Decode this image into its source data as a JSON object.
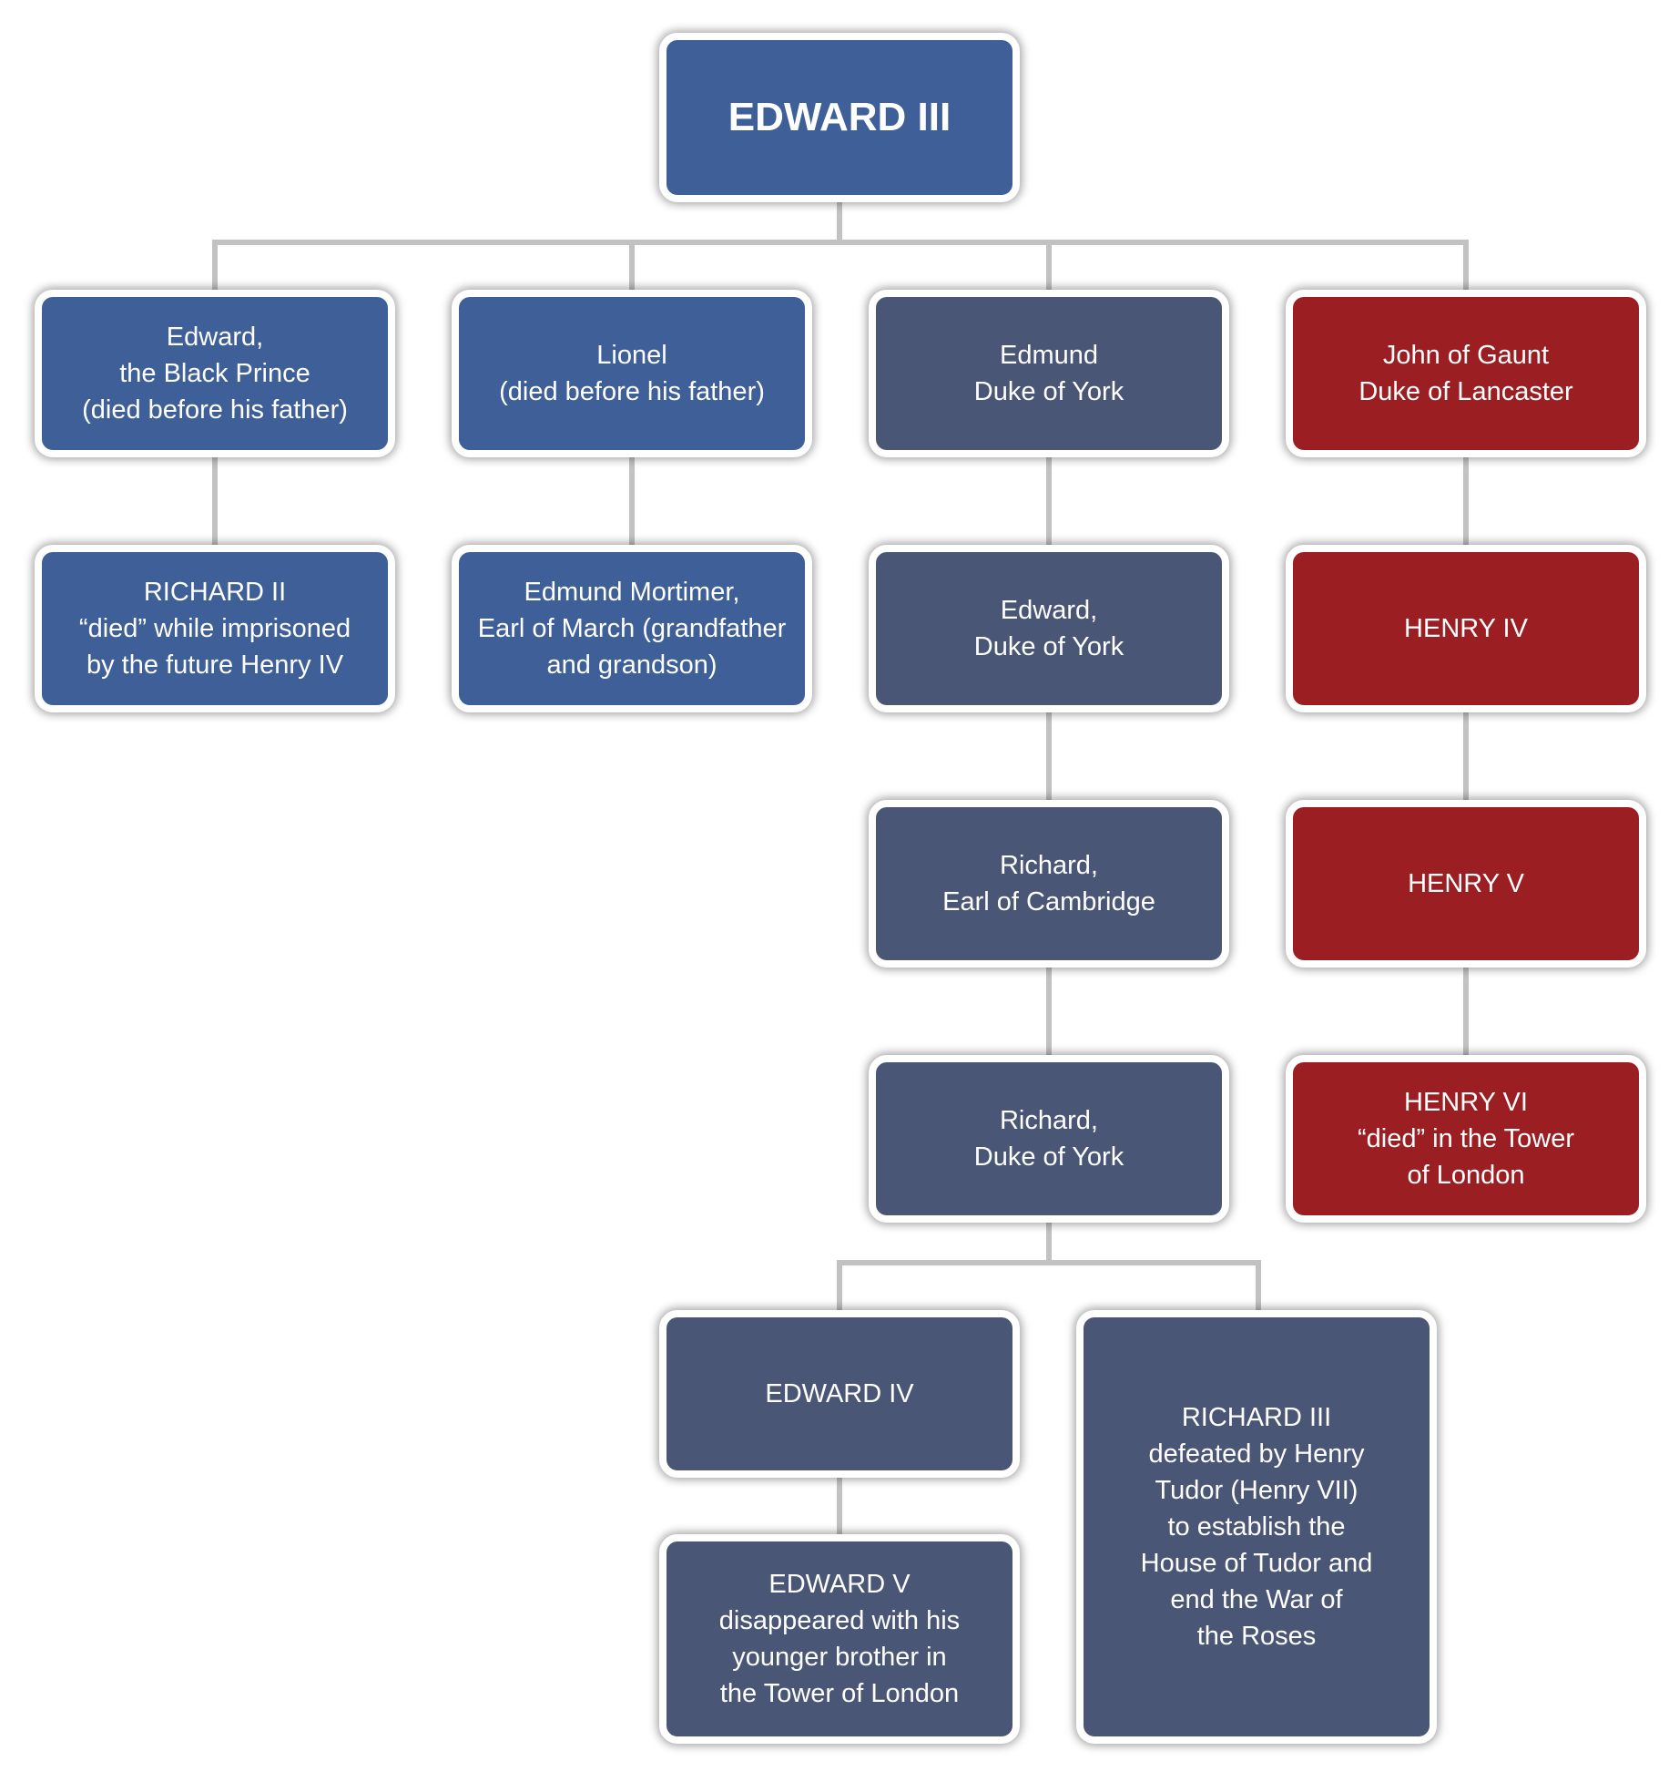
{
  "colors": {
    "royal_blue": "#3e5f97",
    "york_slate": "#4a5676",
    "lancaster_red": "#9a1e22",
    "connector": "#c2c2c2",
    "border": "#ffffff",
    "text": "#ffffff"
  },
  "nodes": {
    "edward_iii": {
      "label": "EDWARD III",
      "color": "royal_blue"
    },
    "black_prince": {
      "label": "Edward,\nthe Black Prince\n(died before his father)",
      "color": "royal_blue"
    },
    "lionel": {
      "label": "Lionel\n(died before his father)",
      "color": "royal_blue"
    },
    "edmund_york": {
      "label": "Edmund\nDuke of York",
      "color": "york_slate"
    },
    "john_of_gaunt": {
      "label": "John of Gaunt\nDuke of Lancaster",
      "color": "lancaster_red"
    },
    "richard_ii": {
      "label": "RICHARD II\n“died” while imprisoned\nby the future Henry IV",
      "color": "royal_blue"
    },
    "edmund_mortimer": {
      "label": "Edmund Mortimer,\nEarl of March (grandfather\nand grandson)",
      "color": "royal_blue"
    },
    "edward_duke_york": {
      "label": "Edward,\nDuke of York",
      "color": "york_slate"
    },
    "henry_iv": {
      "label": "HENRY IV",
      "color": "lancaster_red"
    },
    "richard_cambridge": {
      "label": "Richard,\nEarl of Cambridge",
      "color": "york_slate"
    },
    "henry_v": {
      "label": "HENRY V",
      "color": "lancaster_red"
    },
    "richard_duke_york": {
      "label": "Richard,\nDuke of York",
      "color": "york_slate"
    },
    "henry_vi": {
      "label": "HENRY VI\n“died” in the Tower\nof London",
      "color": "lancaster_red"
    },
    "edward_iv": {
      "label": "EDWARD IV",
      "color": "york_slate"
    },
    "richard_iii": {
      "label": "RICHARD III\ndefeated by Henry\nTudor (Henry VII)\nto establish the\nHouse of Tudor and\nend the War of\nthe Roses",
      "color": "york_slate"
    },
    "edward_v": {
      "label": "EDWARD V\ndisappeared with his\nyounger brother in\nthe Tower of London",
      "color": "york_slate"
    }
  }
}
